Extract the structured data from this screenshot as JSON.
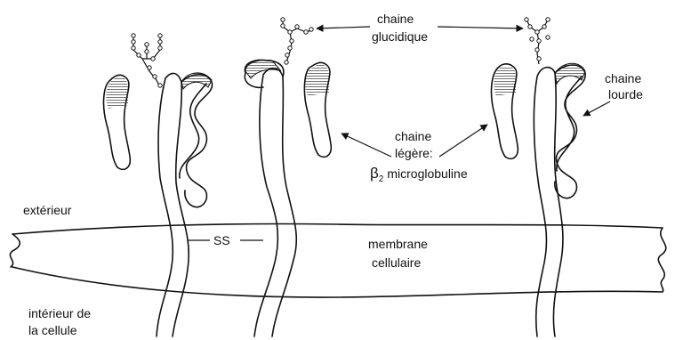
{
  "labels": {
    "sugar_chain_line1": "chaine",
    "sugar_chain_line2": "glucidique",
    "heavy_chain_line1": "chaine",
    "heavy_chain_line2": "lourde",
    "light_chain_line1": "chaine",
    "light_chain_line2": "légère:",
    "beta2_symbol": "β",
    "beta2_subscript": "2",
    "beta2_word": "microglobuline",
    "outside": "extérieur",
    "membrane_line1": "membrane",
    "membrane_line2": "cellulaire",
    "disulfide": "SS",
    "inside_line1": "intérieur de",
    "inside_line2": "la cellule"
  }
}
